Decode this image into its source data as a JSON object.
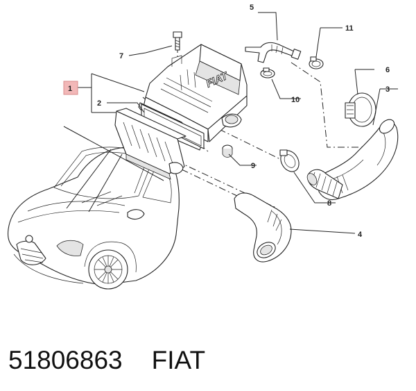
{
  "callouts": {
    "c1": "1",
    "c2": "2",
    "c3": "3",
    "c4": "4",
    "c5": "5",
    "c6": "6",
    "c7": "7",
    "c8": "8",
    "c9": "9",
    "c10": "10",
    "c11": "11"
  },
  "airbox_logo": "FIAT",
  "caption": {
    "part_number": "51806863",
    "brand": "FIAT"
  },
  "colors": {
    "line": "#222222",
    "box_one": "#f2b8b8",
    "background": "#ffffff"
  }
}
